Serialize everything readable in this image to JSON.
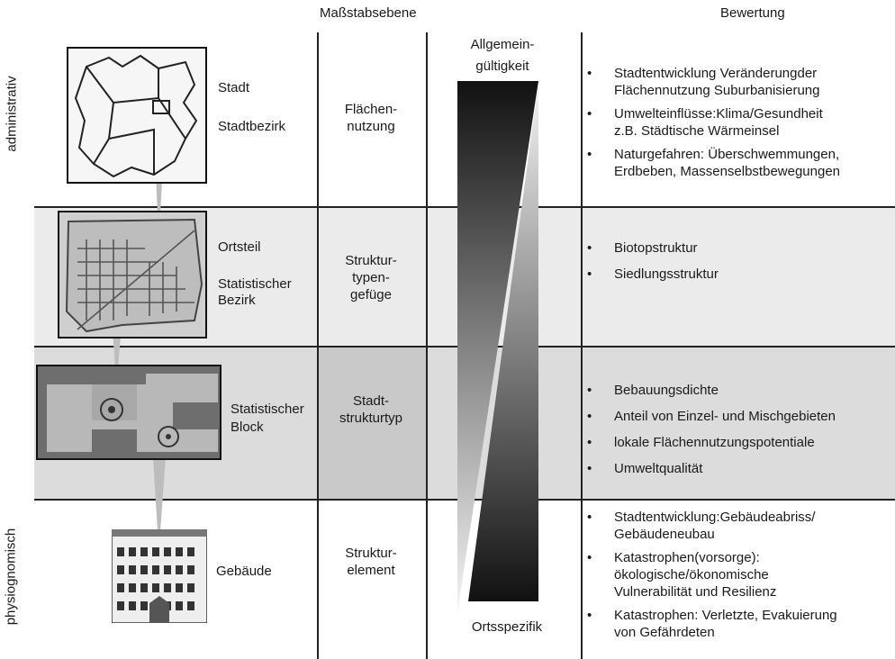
{
  "headers": {
    "scale": "Maßstabsebene",
    "evaluation": "Bewertung"
  },
  "side_labels": {
    "top": "administrativ",
    "bottom": "physiognomisch"
  },
  "gradient": {
    "top_label_1": "Allgemein-",
    "top_label_2": "gültigkeit",
    "bottom_label": "Ortsspezifik"
  },
  "rows": [
    {
      "places": [
        "Stadt",
        "Stadtbezirk"
      ],
      "scale": [
        "Flächen-",
        "nutzung"
      ],
      "bullets": [
        [
          "Stadtentwicklung  Veränderungder",
          "Flächennutzung Suburbanisierung"
        ],
        [
          "Umwelteinflüsse:Klima/Gesundheit",
          "z.B. Städtische Wärmeinsel"
        ],
        [
          "Naturgefahren: Überschwemmungen,",
          "Erdbeben, Massenselbstbewegungen"
        ]
      ]
    },
    {
      "places": [
        "Ortsteil",
        "Statistischer",
        "Bezirk"
      ],
      "scale": [
        "Struktur-",
        "typen-",
        "gefüge"
      ],
      "bullets": [
        [
          "Biotopstruktur"
        ],
        [
          "Siedlungsstruktur"
        ]
      ]
    },
    {
      "places": [
        "Statistischer",
        "Block"
      ],
      "scale": [
        "Stadt-",
        "strukturtyp"
      ],
      "bullets": [
        [
          "Bebauungsdichte"
        ],
        [
          "Anteil von Einzel- und Mischgebieten"
        ],
        [
          "lokale Flächennutzungspotentiale"
        ],
        [
          "Umweltqualität"
        ]
      ]
    },
    {
      "places": [
        "Gebäude"
      ],
      "scale": [
        "Struktur-",
        "element"
      ],
      "bullets": [
        [
          "Stadtentwicklung:Gebäudeabriss/",
          "Gebäudeneubau"
        ],
        [
          "Katastrophen(vorsorge):",
          "ökologische/ökonomische",
          "Vulnerabilität und Resilienz"
        ],
        [
          "Katastrophen: Verletzte, Evakuierung",
          "von Gefährdeten"
        ]
      ]
    }
  ]
}
